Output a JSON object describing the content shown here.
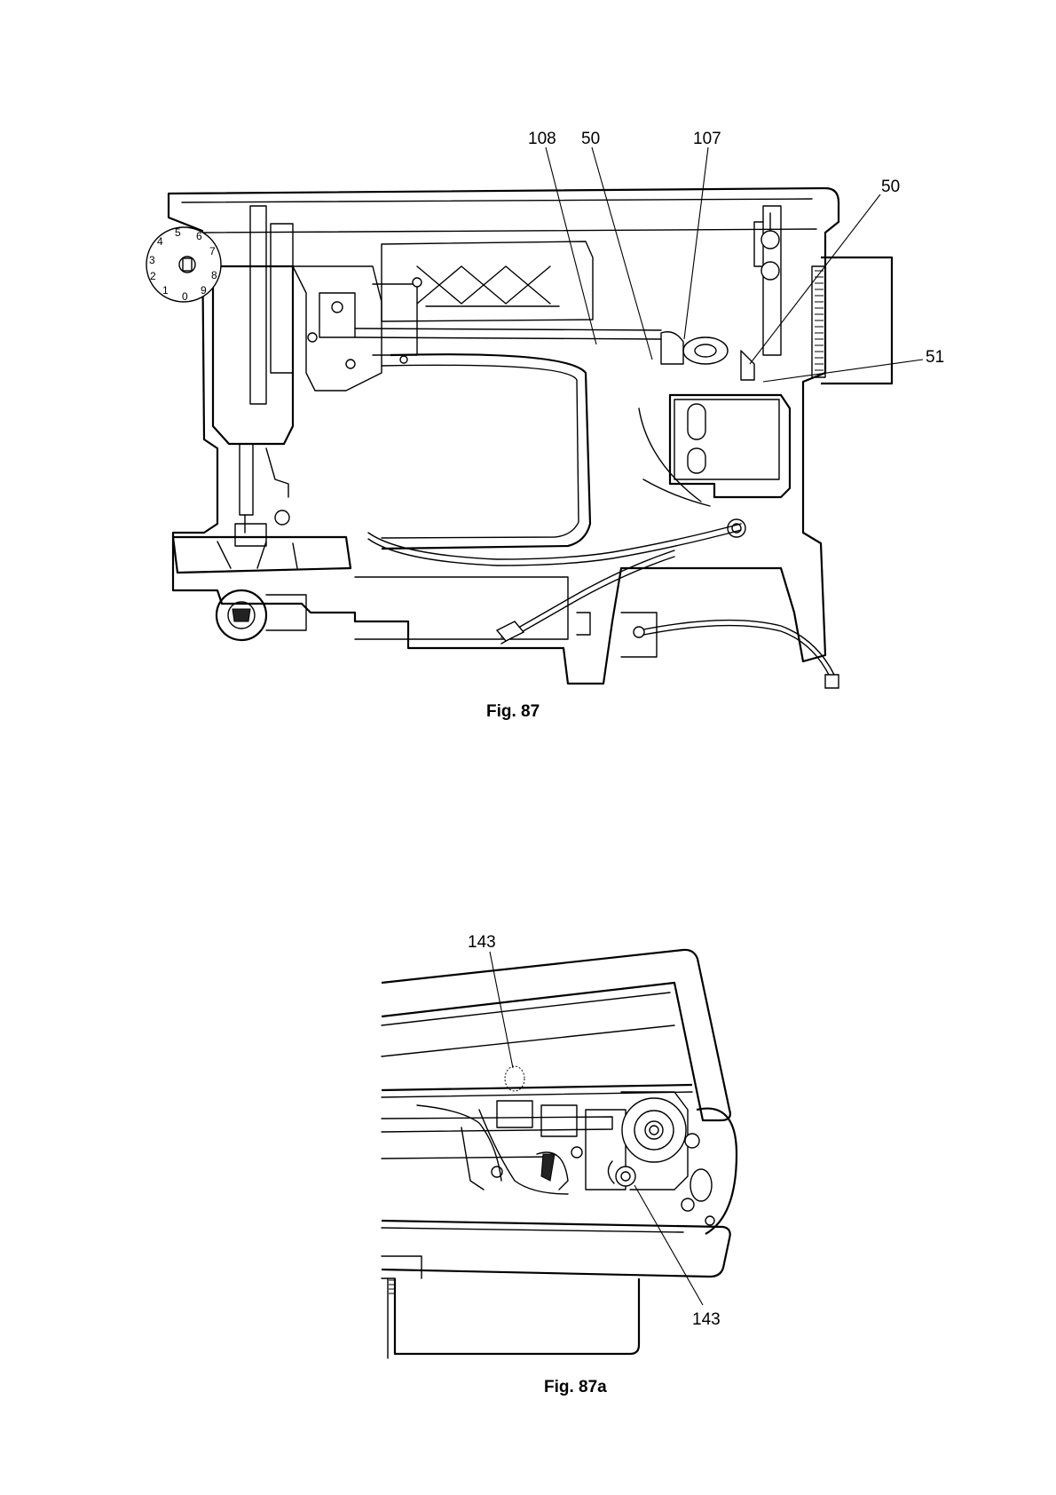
{
  "figures": [
    {
      "caption": "Fig. 87",
      "callouts": [
        "108",
        "50",
        "107",
        "50",
        "51"
      ],
      "dial_numbers": [
        "5",
        "6",
        "7",
        "8",
        "9",
        "0",
        "1",
        "2",
        "3",
        "4"
      ]
    },
    {
      "caption": "Fig. 87a",
      "callouts": [
        "143",
        "143"
      ]
    }
  ]
}
